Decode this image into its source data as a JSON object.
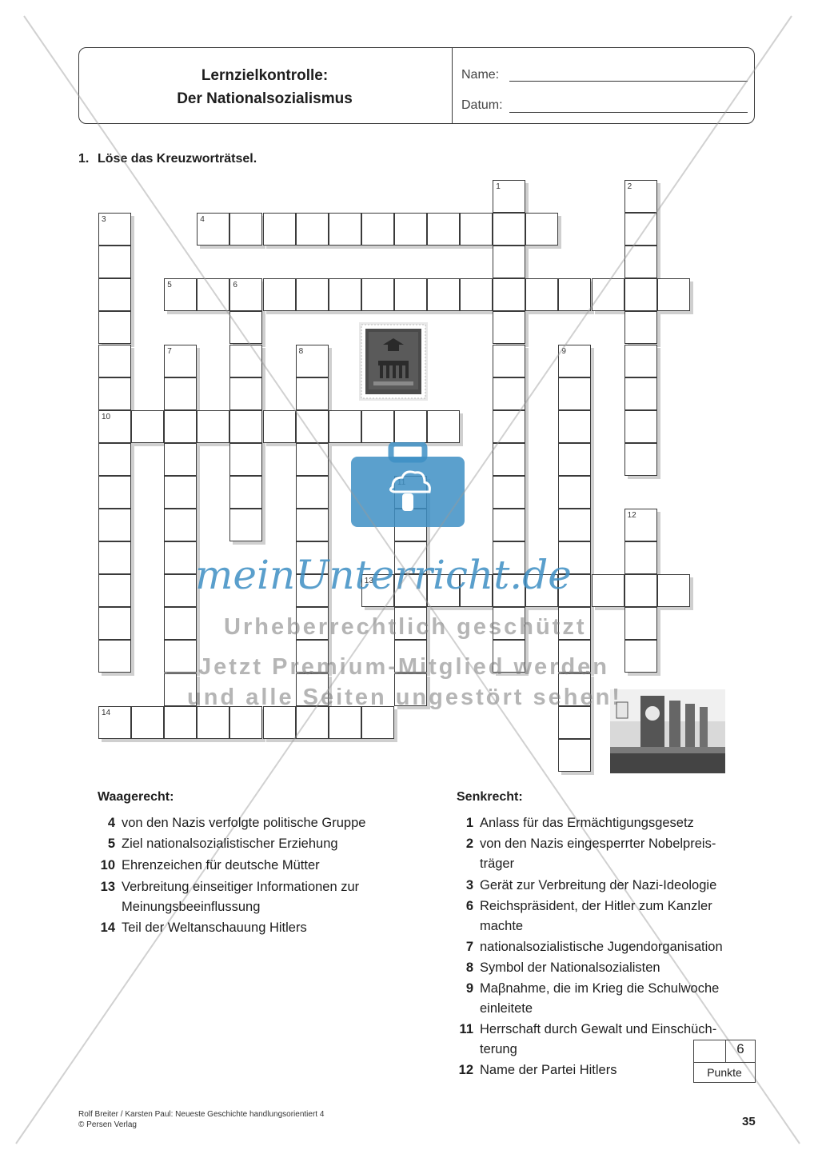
{
  "header": {
    "title_line1": "Lernzielkontrolle:",
    "title_line2": "Der Nationalsozialismus",
    "name_label": "Name:",
    "date_label": "Datum:"
  },
  "task": {
    "number": "1.",
    "text": "Löse das Kreuzworträtsel."
  },
  "crossword": {
    "numbers": [
      "1",
      "2",
      "3",
      "4",
      "5",
      "6",
      "7",
      "8",
      "9",
      "10",
      "11",
      "12",
      "13",
      "14"
    ]
  },
  "clues": {
    "across_heading": "Waagerecht:",
    "down_heading": "Senkrecht:",
    "across": [
      {
        "n": "4",
        "text": "von den Nazis verfolgte politische Gruppe"
      },
      {
        "n": "5",
        "text": "Ziel nationalsozialistischer Erziehung"
      },
      {
        "n": "10",
        "text": "Ehrenzeichen für deutsche Mütter"
      },
      {
        "n": "13",
        "text": "Verbreitung einseitiger Informationen zur",
        "text2": "Meinungsbeeinflussung"
      },
      {
        "n": "14",
        "text": "Teil der Weltanschauung Hitlers"
      }
    ],
    "down": [
      {
        "n": "1",
        "text": "Anlass für das Ermächtigungsgesetz"
      },
      {
        "n": "2",
        "text": "von den Nazis eingesperrter Nobelpreis-",
        "text2": "träger"
      },
      {
        "n": "3",
        "text": "Gerät zur Verbreitung der Nazi-Ideologie"
      },
      {
        "n": "6",
        "text": "Reichspräsident, der Hitler zum Kanzler",
        "text2": "machte"
      },
      {
        "n": "7",
        "text": "nationalsozialistische Jugendorganisation"
      },
      {
        "n": "8",
        "text": "Symbol der Nationalsozialisten"
      },
      {
        "n": "9",
        "text": "Maβnahme, die im Krieg die Schulwoche",
        "text2": "einleitete"
      },
      {
        "n": "11",
        "text": "Herrschaft durch Gewalt und Einschüch-",
        "text2": "terung"
      },
      {
        "n": "12",
        "text": "Name der Partei Hitlers"
      }
    ]
  },
  "score": {
    "points": "6",
    "label": "Punkte"
  },
  "watermark": {
    "brand": "meinUnterricht.de",
    "line1": "Urheberrechtlich geschützt",
    "line2": "Jetzt Premium-Mitglied werden",
    "line3": "und alle Seiten ungestört sehen!"
  },
  "footer": {
    "authors": "Rolf Breiter / Karsten Paul: Neueste Geschichte handlungsorientiert 4",
    "publisher": "© Persen Verlag",
    "page": "35"
  },
  "colors": {
    "watermark_blue": "#3e8fc4",
    "line_dark": "#3a3a3a"
  }
}
